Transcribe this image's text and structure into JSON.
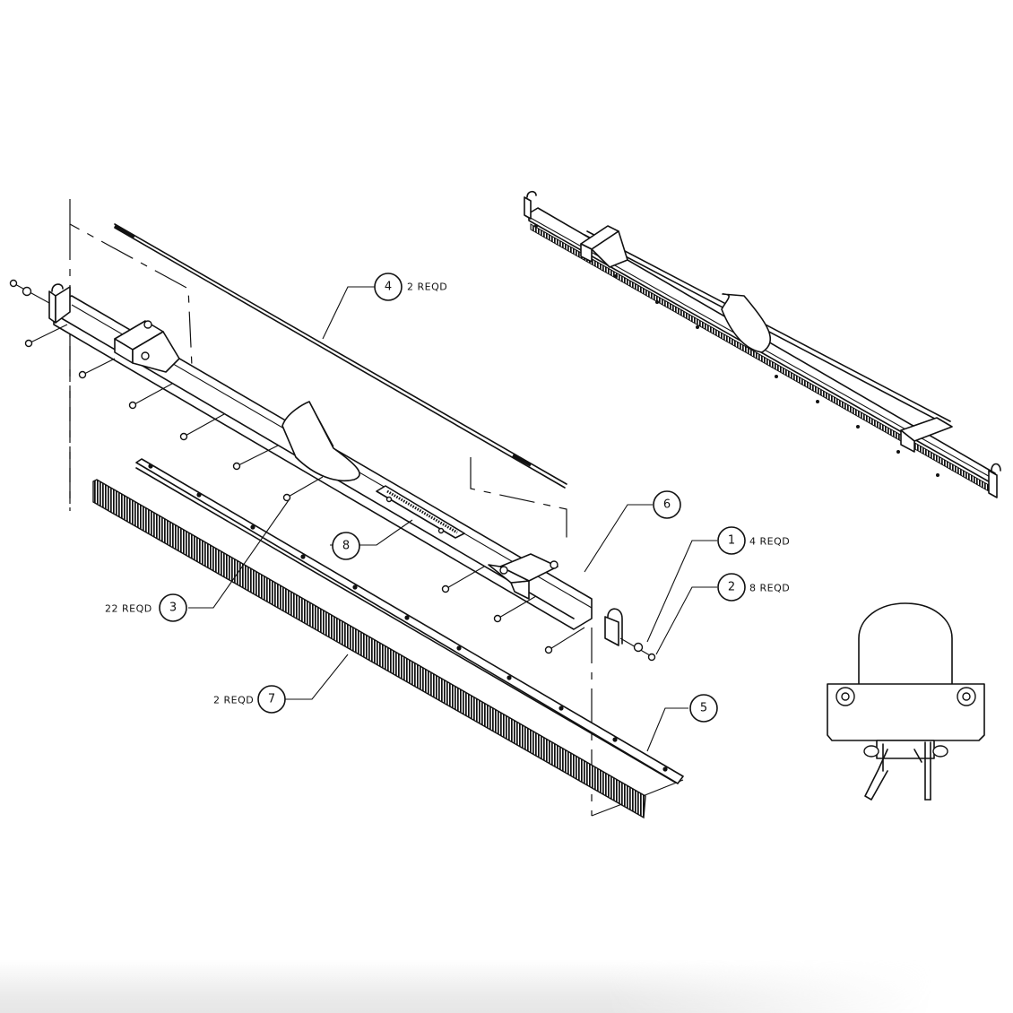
{
  "drawing": {
    "type": "exploded-assembly",
    "views": [
      "exploded-view",
      "assembled-isometric-view",
      "end-detail-view"
    ]
  },
  "callouts": [
    {
      "item": "4",
      "qty": "2 REQD",
      "qty_side": "right"
    },
    {
      "item": "6",
      "qty": "",
      "qty_side": "none"
    },
    {
      "item": "1",
      "qty": "4 REQD",
      "qty_side": "right"
    },
    {
      "item": "2",
      "qty": "8 REQD",
      "qty_side": "right"
    },
    {
      "item": "8",
      "qty": "",
      "qty_side": "none"
    },
    {
      "item": "3",
      "qty": "22 REQD",
      "qty_side": "left"
    },
    {
      "item": "7",
      "qty": "2 REQD",
      "qty_side": "left"
    },
    {
      "item": "5",
      "qty": "",
      "qty_side": "none"
    }
  ],
  "colors": {
    "line": "#111111",
    "background": "#ffffff",
    "footer_shade": "#e6e6e6"
  }
}
